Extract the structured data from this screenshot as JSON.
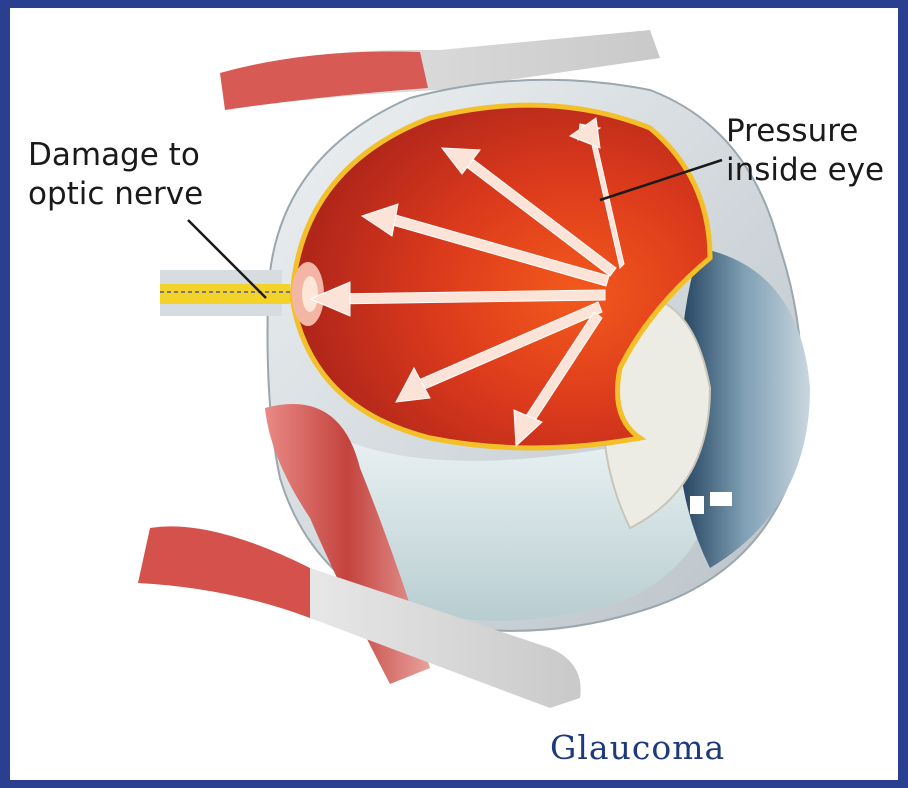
{
  "labels": {
    "damage_line1": "Damage to",
    "damage_line2": "optic nerve",
    "pressure_line1": "Pressure",
    "pressure_line2": "inside eye"
  },
  "caption": "Glaucoma",
  "colors": {
    "frame_border": "#2a3f8f",
    "caption": "#1d3b7a",
    "eyeball_interior": "#d8321c",
    "sclera": "#d9dde0",
    "muscle": "#c84a44",
    "retina_line": "#f3c02a",
    "arrow": "#fbe3d8"
  }
}
